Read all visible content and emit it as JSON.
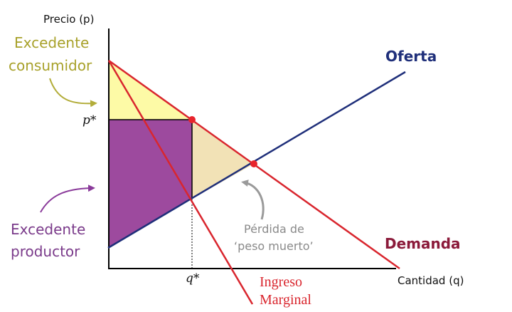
{
  "axes": {
    "y_label": "Precio (p)",
    "x_label": "Cantidad (q)",
    "p_star": "p*",
    "q_star": "q*"
  },
  "curves": {
    "supply": "Oferta",
    "demand": "Demanda",
    "marginal_revenue_line1": "Ingreso",
    "marginal_revenue_line2": "Marginal"
  },
  "areas": {
    "consumer_line1": "Excedente",
    "consumer_line2": "consumidor",
    "producer_line1": "Excedente",
    "producer_line2": "productor",
    "deadweight_line1": "Pérdida de",
    "deadweight_line2": "‘peso muerto’"
  },
  "colors": {
    "supply": "#1f2f7a",
    "demand": "#d9262e",
    "demand_label": "#8b1a3a",
    "consumer_fill": "#fdfaa6",
    "producer_fill": "#9d4a9e",
    "deadweight_fill": "#f2e2b6",
    "consumer_label": "#a8a12a",
    "producer_label": "#7a3a8a",
    "deadweight_label": "#8a8a8a"
  }
}
